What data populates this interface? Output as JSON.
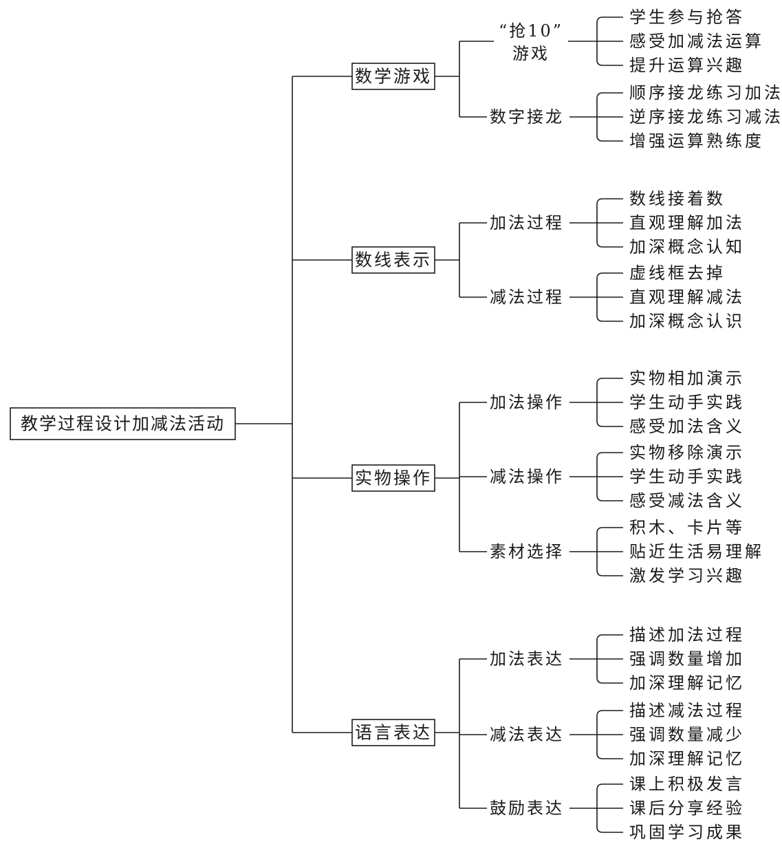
{
  "root": "教学过程设计加减法活动",
  "categories": [
    {
      "label": "数学游戏",
      "items": [
        {
          "label_lines": [
            "“抢10”",
            "游戏"
          ],
          "leaves": [
            "学生参与抢答",
            "感受加减法运算",
            "提升运算兴趣"
          ]
        },
        {
          "label_lines": [
            "数字接龙"
          ],
          "leaves": [
            "顺序接龙练习加法",
            "逆序接龙练习减法",
            "增强运算熟练度"
          ]
        }
      ]
    },
    {
      "label": "数线表示",
      "items": [
        {
          "label_lines": [
            "加法过程"
          ],
          "leaves": [
            "数线接着数",
            "直观理解加法",
            "加深概念认知"
          ]
        },
        {
          "label_lines": [
            "减法过程"
          ],
          "leaves": [
            "虚线框去掉",
            "直观理解减法",
            "加深概念认识"
          ]
        }
      ]
    },
    {
      "label": "实物操作",
      "items": [
        {
          "label_lines": [
            "加法操作"
          ],
          "leaves": [
            "实物相加演示",
            "学生动手实践",
            "感受加法含义"
          ]
        },
        {
          "label_lines": [
            "减法操作"
          ],
          "leaves": [
            "实物移除演示",
            "学生动手实践",
            "感受减法含义"
          ]
        },
        {
          "label_lines": [
            "素材选择"
          ],
          "leaves": [
            "积木、卡片等",
            "贴近生活易理解",
            "激发学习兴趣"
          ]
        }
      ]
    },
    {
      "label": "语言表达",
      "items": [
        {
          "label_lines": [
            "加法表达"
          ],
          "leaves": [
            "描述加法过程",
            "强调数量增加",
            "加深理解记忆"
          ]
        },
        {
          "label_lines": [
            "减法表达"
          ],
          "leaves": [
            "描述减法过程",
            "强调数量减少",
            "加深理解记忆"
          ]
        },
        {
          "label_lines": [
            "鼓励表达"
          ],
          "leaves": [
            "课上积极发言",
            "课后分享经验",
            "巩固学习成果"
          ]
        }
      ]
    }
  ]
}
